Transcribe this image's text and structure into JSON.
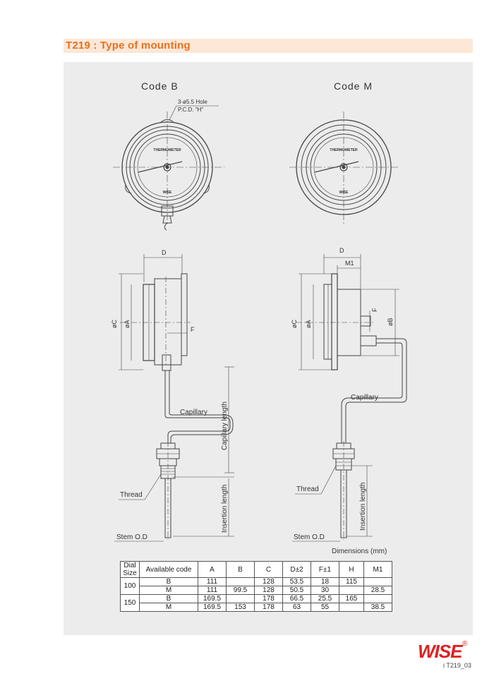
{
  "header": {
    "title": "T219 : Type of mounting"
  },
  "drawings": {
    "code_b": {
      "label": "Code B",
      "hole_note": "3-ø5.5 Hole",
      "pcd_note": "P.C.D. \"H\"",
      "dial_text": "THERMOMETER",
      "brand_mark": "WISE",
      "dim_d": "D",
      "dim_c": "øC",
      "dim_a": "øA",
      "dim_f": "F",
      "capillary": "Capillary",
      "capillary_length": "Capillary length",
      "insertion_length": "Insertion length",
      "thread": "Thread",
      "stem": "Stem O.D"
    },
    "code_m": {
      "label": "Code M",
      "dial_text": "THERMOMETER",
      "brand_mark": "WISE",
      "dim_d": "D",
      "dim_m1": "M1",
      "dim_c": "øC",
      "dim_a": "øA",
      "dim_f": "F",
      "dim_b": "øB",
      "capillary": "Capillary",
      "insertion_length": "Insertion length",
      "thread": "Thread",
      "stem": "Stem O.D"
    }
  },
  "table": {
    "caption": "Dimensions (mm)",
    "headers": {
      "dial_size": "Dial Size",
      "code": "Available code",
      "a": "A",
      "b": "B",
      "c": "C",
      "d": "D±2",
      "f": "F±1",
      "h": "H",
      "m1": "M1"
    },
    "groups": [
      {
        "size": "100",
        "rows": [
          {
            "code": "B",
            "a": "111",
            "b": "",
            "c": "128",
            "d": "53.5",
            "f": "18",
            "h": "115",
            "m1": ""
          },
          {
            "code": "M",
            "a": "111",
            "b": "99.5",
            "c": "128",
            "d": "50.5",
            "f": "30",
            "h": "",
            "m1": "28.5"
          }
        ]
      },
      {
        "size": "150",
        "rows": [
          {
            "code": "B",
            "a": "169.5",
            "b": "",
            "c": "178",
            "d": "66.5",
            "f": "25.5",
            "h": "165",
            "m1": ""
          },
          {
            "code": "M",
            "a": "169.5",
            "b": "153",
            "c": "178",
            "d": "63",
            "f": "55",
            "h": "",
            "m1": "38.5"
          }
        ]
      }
    ]
  },
  "footer": {
    "brand": "WISE",
    "registered": "®",
    "page_ref": "i  T219_03"
  },
  "colors": {
    "title_text": "#e8701e",
    "title_bg": "#fde7d7",
    "panel_bg": "#ececec",
    "logo": "#e02020"
  }
}
